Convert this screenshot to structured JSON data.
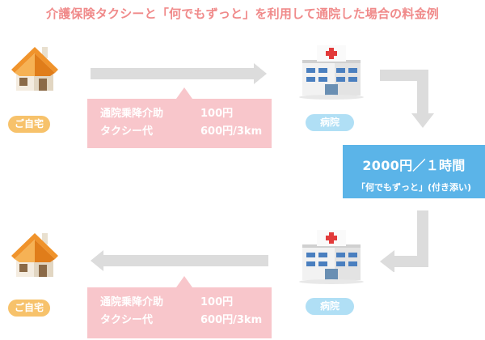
{
  "title": "介護保険タクシーと「何でもずっと」を利用して通院した場合の料金例",
  "colors": {
    "title": "#f08a8a",
    "home_label_bg": "#f7c26b",
    "hospital_label_bg": "#b0dff5",
    "arrow": "#dcdcdc",
    "callout_bg": "#f8c6cb",
    "rate_bg": "#5bb4e8"
  },
  "top_trip": {
    "from_label": "ご自宅",
    "to_label": "病院",
    "fees": [
      {
        "item": "通院乗降介助",
        "price": "100円"
      },
      {
        "item": "タクシー代",
        "price": "600円/3km"
      }
    ]
  },
  "waiting": {
    "amount": "2000円／１時間",
    "service": "「何でもずっと」(付き添い)"
  },
  "return_trip": {
    "from_label": "病院",
    "to_label": "ご自宅",
    "fees": [
      {
        "item": "通院乗降介助",
        "price": "100円"
      },
      {
        "item": "タクシー代",
        "price": "600円/3km"
      }
    ]
  },
  "icons": [
    "house-icon",
    "hospital-icon",
    "right-arrow-icon",
    "down-arrow-icon",
    "left-arrow-icon"
  ]
}
